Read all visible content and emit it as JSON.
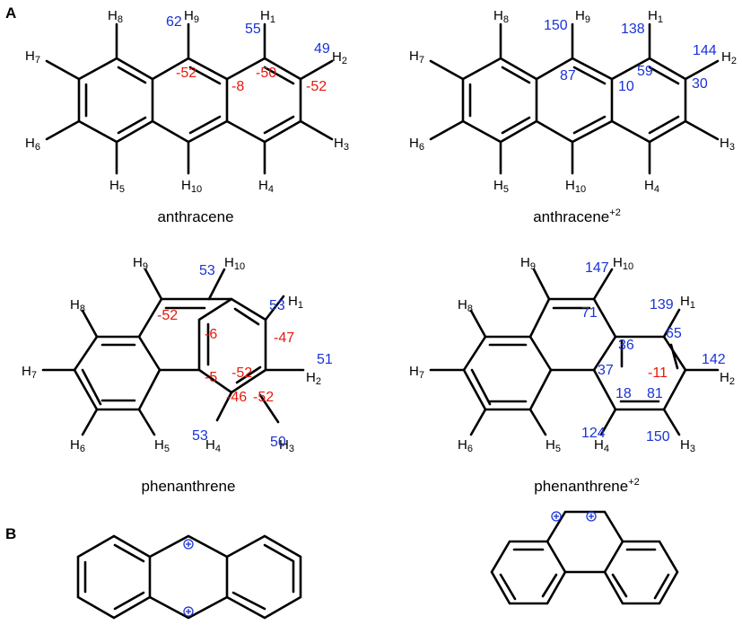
{
  "panels": {
    "A": "A",
    "B": "B"
  },
  "molecules": [
    {
      "caption": "anthracene",
      "caption_sup": "",
      "hydrogens": [
        {
          "base": "H",
          "num": "8"
        },
        {
          "base": "H",
          "num": "9"
        },
        {
          "base": "H",
          "num": "1"
        },
        {
          "base": "H",
          "num": "2"
        },
        {
          "base": "H",
          "num": "7"
        },
        {
          "base": "H",
          "num": "6"
        },
        {
          "base": "H",
          "num": "3"
        },
        {
          "base": "H",
          "num": "5"
        },
        {
          "base": "H",
          "num": "10"
        },
        {
          "base": "H",
          "num": "4"
        }
      ],
      "red_values": [
        "-52",
        "-8",
        "-50",
        "-52"
      ],
      "blue_values": [
        "62",
        "55",
        "49"
      ]
    },
    {
      "caption": "anthracene",
      "caption_sup": "+2",
      "hydrogens": [
        {
          "base": "H",
          "num": "8"
        },
        {
          "base": "H",
          "num": "9"
        },
        {
          "base": "H",
          "num": "1"
        },
        {
          "base": "H",
          "num": "2"
        },
        {
          "base": "H",
          "num": "7"
        },
        {
          "base": "H",
          "num": "6"
        },
        {
          "base": "H",
          "num": "3"
        },
        {
          "base": "H",
          "num": "5"
        },
        {
          "base": "H",
          "num": "10"
        },
        {
          "base": "H",
          "num": "4"
        }
      ],
      "red_values": [],
      "blue_values": [
        "150",
        "138",
        "144",
        "87",
        "59",
        "10",
        "30"
      ]
    },
    {
      "caption": "phenanthrene",
      "caption_sup": "",
      "hydrogens": [
        {
          "base": "H",
          "num": "9"
        },
        {
          "base": "H",
          "num": "10"
        },
        {
          "base": "H",
          "num": "8"
        },
        {
          "base": "H",
          "num": "1"
        },
        {
          "base": "H",
          "num": "7"
        },
        {
          "base": "H",
          "num": "2"
        },
        {
          "base": "H",
          "num": "6"
        },
        {
          "base": "H",
          "num": "5"
        },
        {
          "base": "H",
          "num": "4"
        },
        {
          "base": "H",
          "num": "3"
        }
      ],
      "red_values": [
        "-52",
        "-6",
        "-47",
        "-5",
        "-52",
        "-46",
        "-52"
      ],
      "blue_values": [
        "53",
        "53",
        "51",
        "53",
        "50"
      ]
    },
    {
      "caption": "phenanthrene",
      "caption_sup": "+2",
      "hydrogens": [
        {
          "base": "H",
          "num": "9"
        },
        {
          "base": "H",
          "num": "10"
        },
        {
          "base": "H",
          "num": "8"
        },
        {
          "base": "H",
          "num": "1"
        },
        {
          "base": "H",
          "num": "7"
        },
        {
          "base": "H",
          "num": "2"
        },
        {
          "base": "H",
          "num": "6"
        },
        {
          "base": "H",
          "num": "5"
        },
        {
          "base": "H",
          "num": "4"
        },
        {
          "base": "H",
          "num": "3"
        }
      ],
      "red_values": [
        "-11"
      ],
      "blue_values": [
        "147",
        "71",
        "139",
        "65",
        "36",
        "142",
        "37",
        "18",
        "81",
        "124",
        "150"
      ]
    }
  ],
  "colors": {
    "red": "#e8180c",
    "blue": "#1a33d6",
    "bonds": "#000000"
  },
  "charge_symbol": "plus-in-circle"
}
